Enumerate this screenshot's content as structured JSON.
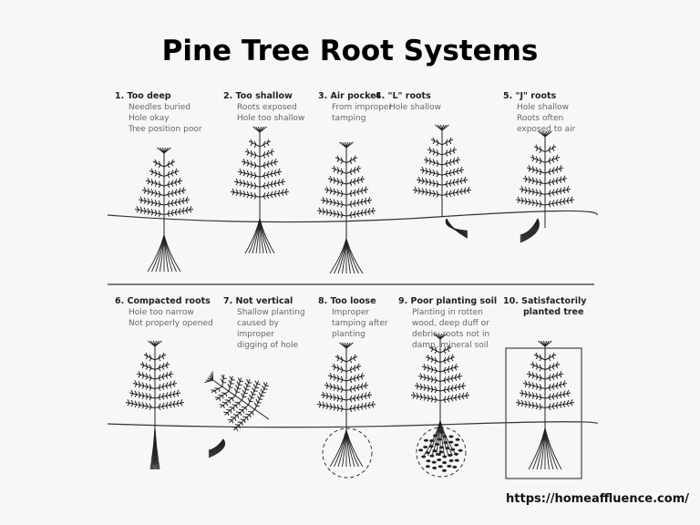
{
  "title": "Pine Tree Root Systems",
  "panels": [
    {
      "heading": "1. Too deep",
      "desc": [
        "Needles buried",
        "Hole okay",
        "Tree position poor"
      ]
    },
    {
      "heading": "2. Too shallow",
      "desc": [
        "Roots exposed",
        "Hole too shallow"
      ]
    },
    {
      "heading": "3. Air pocket",
      "desc": [
        "From improper",
        "tamping"
      ]
    },
    {
      "heading": "4. \"L\" roots",
      "desc": [
        "Hole shallow"
      ]
    },
    {
      "heading": "5. \"J\" roots",
      "desc": [
        "Hole shallow",
        "Roots often",
        "exposed to air"
      ]
    },
    {
      "heading": "6. Compacted roots",
      "desc": [
        "Hole too narrow",
        "Not properly opened"
      ]
    },
    {
      "heading": "7. Not vertical",
      "desc": [
        "Shallow planting",
        "caused by",
        "improper",
        "digging of hole"
      ]
    },
    {
      "heading": "8. Too loose",
      "desc": [
        "Improper",
        "tamping after",
        "planting"
      ]
    },
    {
      "heading": "9. Poor planting soil",
      "desc": [
        "Planting in rotten",
        "wood, deep duff or",
        "debris; roots not in",
        "damp, mineral soil"
      ]
    },
    {
      "heading": "10. Satisfactorily",
      "desc": [
        "planted tree"
      ]
    }
  ],
  "url": "https://homeaffluence.com/"
}
